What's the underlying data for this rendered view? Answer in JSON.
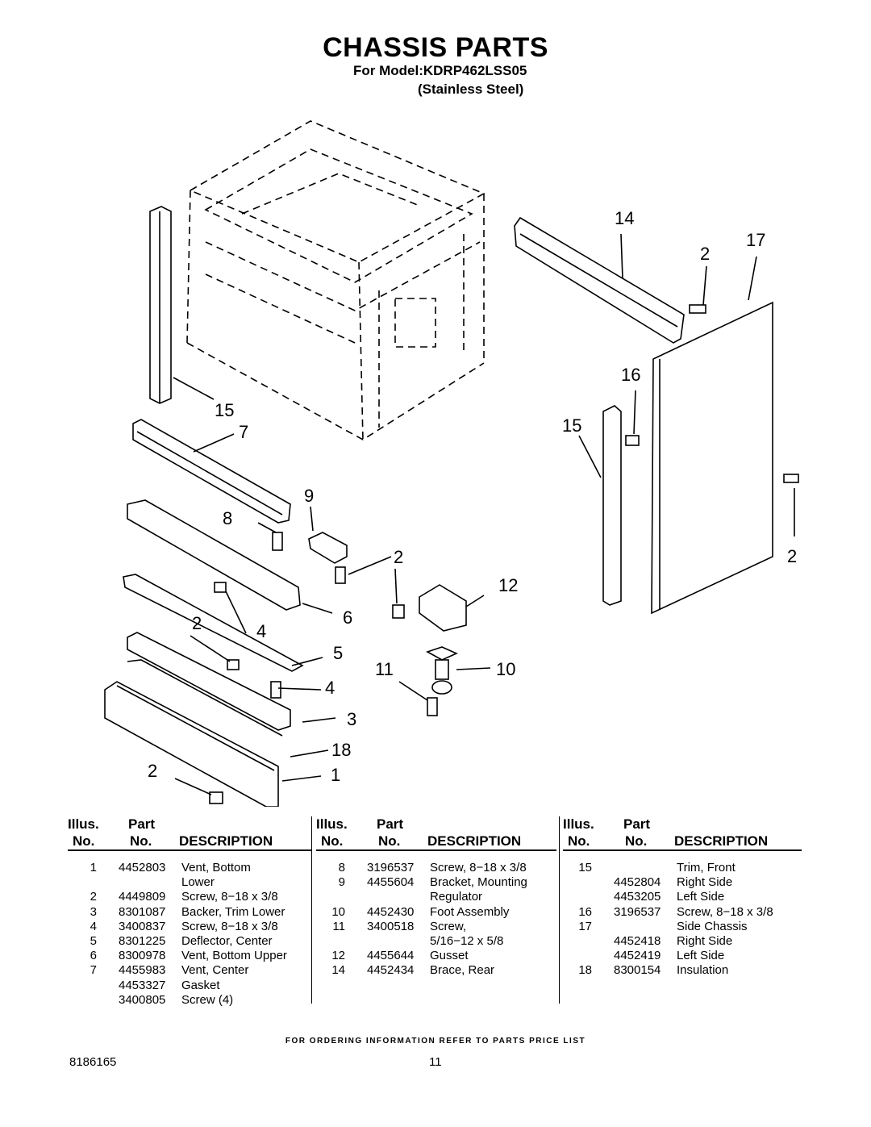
{
  "header": {
    "title": "CHASSIS PARTS",
    "model_line": "For Model:KDRP462LSS05",
    "finish_line": "(Stainless Steel)"
  },
  "callouts": [
    "14",
    "2",
    "17",
    "16",
    "15",
    "15",
    "7",
    "9",
    "8",
    "2",
    "12",
    "2",
    "6",
    "4",
    "5",
    "11",
    "10",
    "4",
    "3",
    "18",
    "2",
    "1",
    "2"
  ],
  "table_headers": {
    "illus": "Illus.",
    "no": "No.",
    "part": "Part",
    "part_no": "No.",
    "description": "DESCRIPTION"
  },
  "columns": [
    {
      "rows": [
        {
          "illus": "1",
          "part": "4452803",
          "desc": "Vent, Bottom"
        },
        {
          "illus": "",
          "part": "",
          "desc": "Lower"
        },
        {
          "illus": "2",
          "part": "4449809",
          "desc": "Screw, 8−18 x 3/8"
        },
        {
          "illus": "3",
          "part": "8301087",
          "desc": "Backer, Trim Lower"
        },
        {
          "illus": "4",
          "part": "3400837",
          "desc": "Screw, 8−18 x 3/8"
        },
        {
          "illus": "5",
          "part": "8301225",
          "desc": "Deflector, Center"
        },
        {
          "illus": "6",
          "part": "8300978",
          "desc": "Vent, Bottom Upper"
        },
        {
          "illus": "7",
          "part": "4455983",
          "desc": "Vent, Center"
        },
        {
          "illus": "",
          "part": "4453327",
          "desc": "Gasket"
        },
        {
          "illus": "",
          "part": "3400805",
          "desc": "Screw (4)"
        }
      ]
    },
    {
      "rows": [
        {
          "illus": "8",
          "part": "3196537",
          "desc": "Screw, 8−18 x 3/8"
        },
        {
          "illus": "9",
          "part": "4455604",
          "desc": "Bracket, Mounting"
        },
        {
          "illus": "",
          "part": "",
          "desc": "Regulator"
        },
        {
          "illus": "10",
          "part": "4452430",
          "desc": "Foot Assembly"
        },
        {
          "illus": "11",
          "part": "3400518",
          "desc": "Screw,"
        },
        {
          "illus": "",
          "part": "",
          "desc": "5/16−12 x 5/8"
        },
        {
          "illus": "12",
          "part": "4455644",
          "desc": "Gusset"
        },
        {
          "illus": "14",
          "part": "4452434",
          "desc": "Brace, Rear"
        }
      ]
    },
    {
      "rows": [
        {
          "illus": "15",
          "part": "",
          "desc": "Trim, Front"
        },
        {
          "illus": "",
          "part": "4452804",
          "desc": "Right Side"
        },
        {
          "illus": "",
          "part": "4453205",
          "desc": "Left Side"
        },
        {
          "illus": "16",
          "part": "3196537",
          "desc": "Screw, 8−18 x 3/8"
        },
        {
          "illus": "17",
          "part": "",
          "desc": "Side Chassis"
        },
        {
          "illus": "",
          "part": "4452418",
          "desc": "Right Side"
        },
        {
          "illus": "",
          "part": "4452419",
          "desc": "Left Side"
        },
        {
          "illus": "18",
          "part": "8300154",
          "desc": "Insulation"
        }
      ]
    }
  ],
  "footer": {
    "ordering_note": "FOR ORDERING INFORMATION REFER TO PARTS PRICE LIST",
    "doc_number": "8186165",
    "page_number": "11"
  }
}
